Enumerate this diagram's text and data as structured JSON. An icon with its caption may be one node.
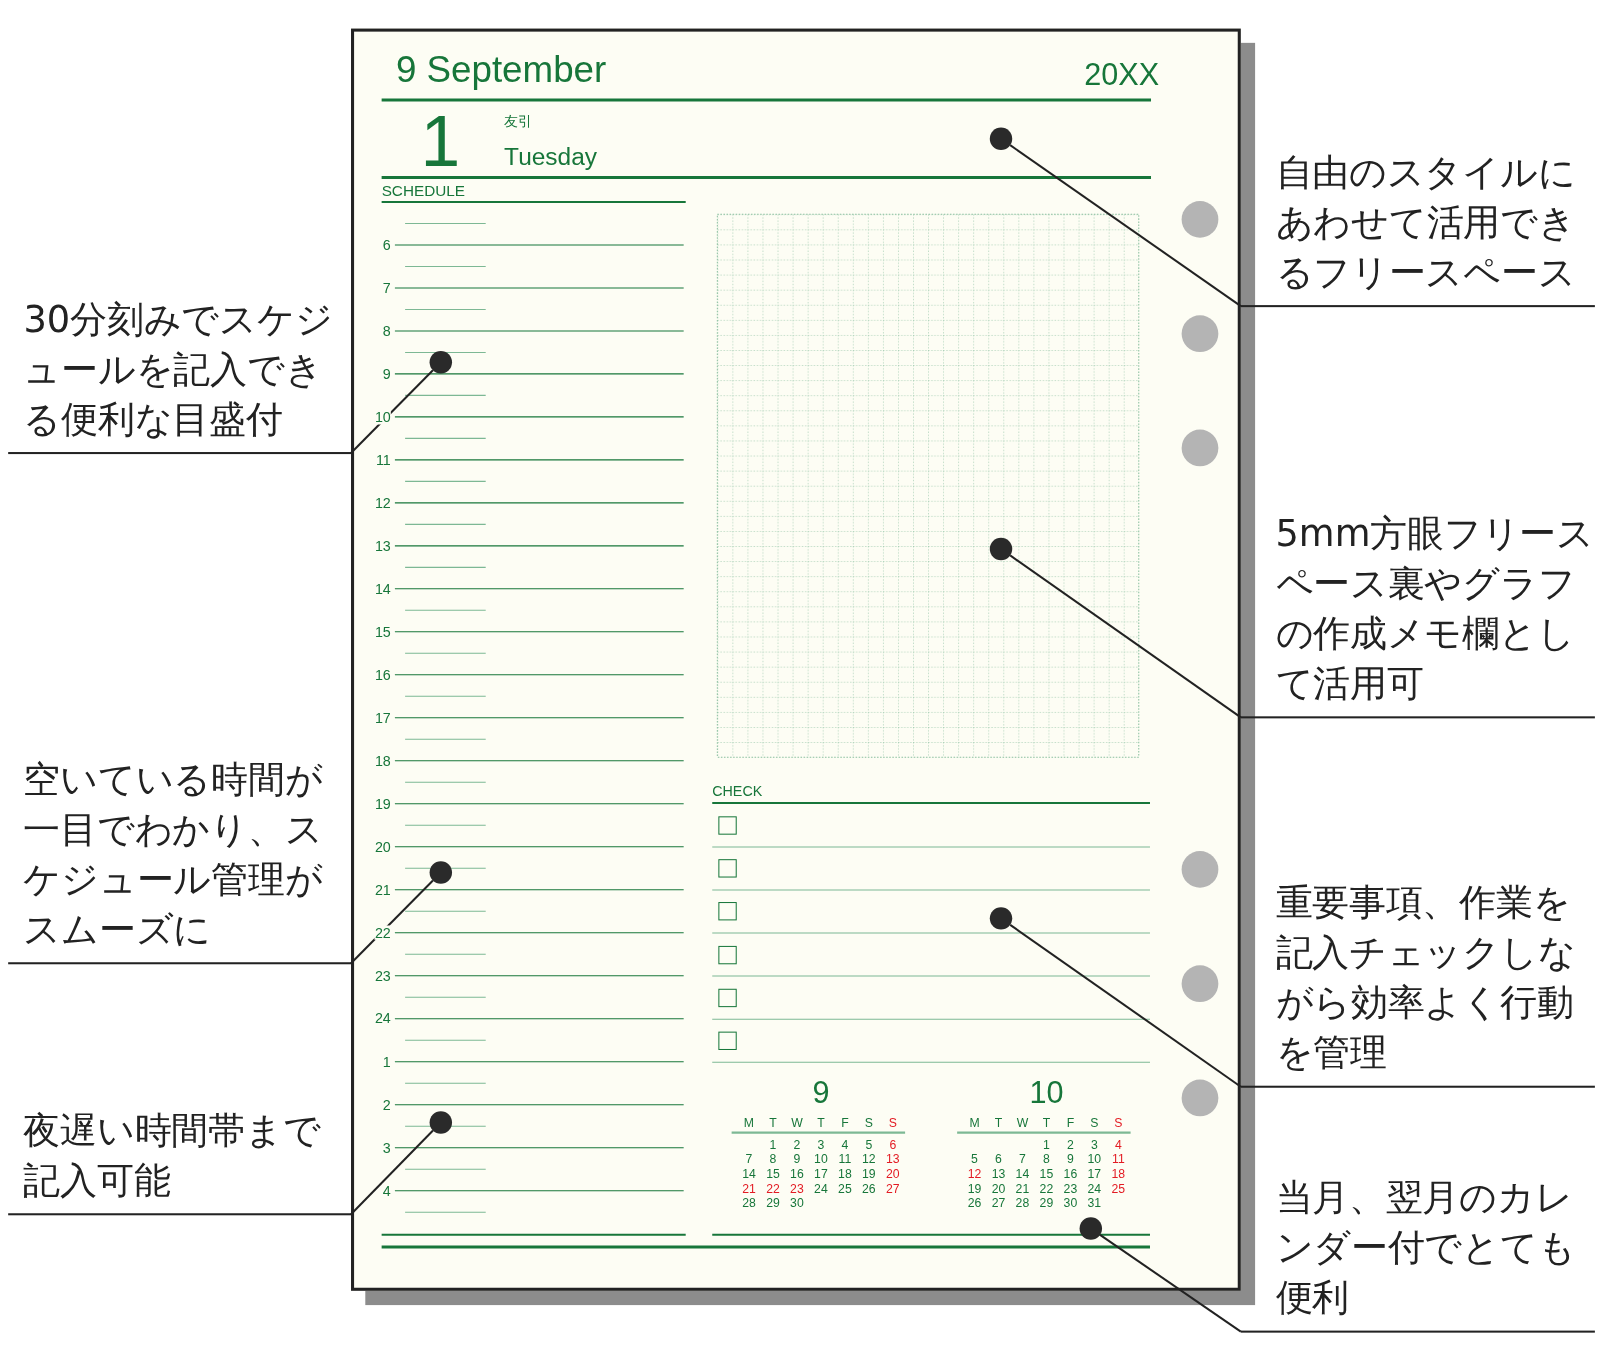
{
  "diagram": {
    "nodes": [
      {
        "text": [
          "自由のスタイルにあわせて活用できるフリースペース"
        ]
      },
      {
        "text": [
          "30分刻みでスケジュールを記入できる便利な目盛付"
        ]
      },
      {
        "text": [
          "5mm方眼フリースペース裏やグラフの作成メモ欄として活用可"
        ]
      },
      {
        "text": [
          "空いている時間が一目でわかり、スケジュール管理がスムーズに"
        ]
      },
      {
        "text": [
          "重要事項、作業を記入チェックしながら効率よく行動を管理"
        ]
      },
      {
        "text": [
          "夜遅い時間帯まで記入可能"
        ]
      },
      {
        "text": [
          "当月、翌月のカレンダー付でとても便利"
        ]
      },
      {
        "text": [],
        "shape": "circle"
      },
      {
        "text": [],
        "shape": "circle"
      },
      {
        "text": [],
        "shape": "circle"
      },
      {
        "text": [],
        "shape": "circle"
      },
      {
        "text": [],
        "shape": "circle"
      },
      {
        "text": [],
        "shape": "circle"
      },
      {
        "text": [],
        "shape": "circle"
      }
    ],
    "edges": [
      {
        "from": 0,
        "to": 7,
        "arrow": "none"
      },
      {
        "from": 1,
        "to": 8,
        "arrow": "none"
      },
      {
        "from": 2,
        "to": 9,
        "arrow": "none"
      },
      {
        "from": 3,
        "to": 10,
        "arrow": "none"
      },
      {
        "from": 4,
        "to": 11,
        "arrow": "none"
      },
      {
        "from": 5,
        "to": 12,
        "arrow": "none"
      },
      {
        "from": 6,
        "to": 13,
        "arrow": "none"
      }
    ],
    "labels": [
      "9 September",
      "20XX",
      "1",
      "友引",
      "Tuesday",
      "SCHEDULE",
      "6",
      "7",
      "8",
      "9",
      "10",
      "11",
      "12",
      "13",
      "14",
      "15",
      "16",
      "17",
      "18",
      "19",
      "20",
      "21",
      "22",
      "23",
      "24",
      "1",
      "2",
      "3",
      "4",
      "CHECK",
      "9",
      "M",
      "T",
      "W",
      "T",
      "F",
      "S",
      "S",
      "1",
      "2",
      "3",
      "4",
      "5",
      "6",
      "7",
      "8",
      "9",
      "10",
      "11",
      "12",
      "13",
      "14",
      "15",
      "16",
      "17",
      "18",
      "19",
      "20",
      "21",
      "22",
      "23",
      "24",
      "25",
      "26",
      "27",
      "28",
      "29",
      "30",
      "10",
      "M",
      "T",
      "W",
      "T",
      "F",
      "S",
      "S",
      "1",
      "2",
      "3",
      "4",
      "5",
      "6",
      "7",
      "8",
      "9",
      "10",
      "11",
      "12",
      "13",
      "14",
      "15",
      "16",
      "17",
      "18",
      "19",
      "20",
      "21",
      "22",
      "23",
      "24",
      "25",
      "26",
      "27",
      "28",
      "29",
      "30",
      "31"
    ]
  }
}
